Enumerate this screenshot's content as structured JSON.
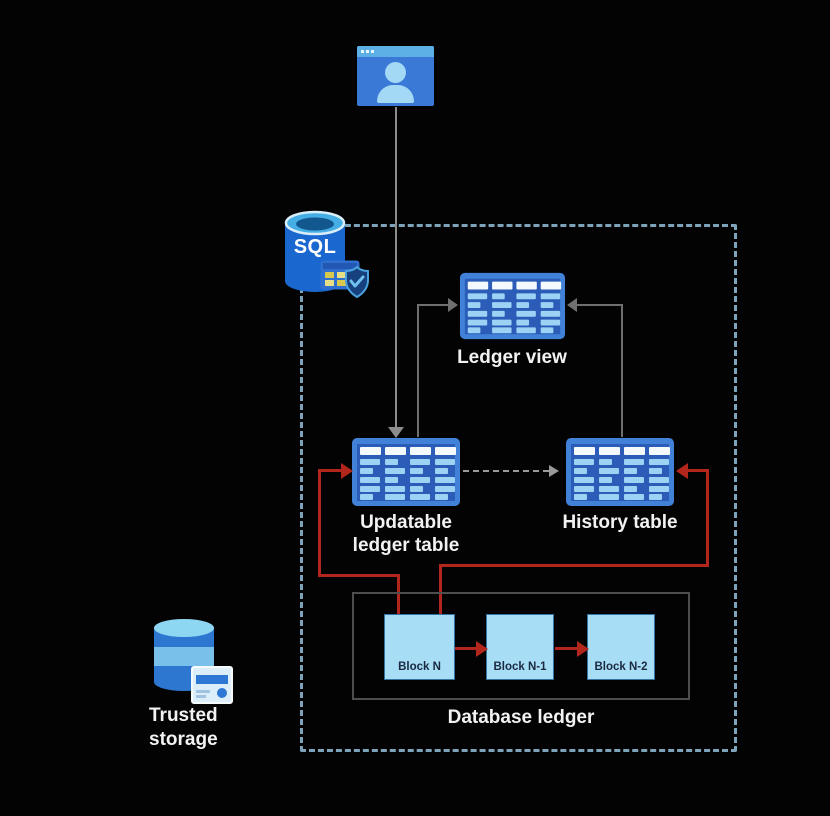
{
  "diagram": {
    "sql": {
      "label": "SQL"
    },
    "ledger_view": {
      "label": "Ledger view"
    },
    "updatable_table": {
      "label_line1": "Updatable",
      "label_line2": "ledger table"
    },
    "history_table": {
      "label": "History table"
    },
    "database_ledger": {
      "label": "Database ledger",
      "blocks": [
        {
          "label": "Block N"
        },
        {
          "label": "Block N-1"
        },
        {
          "label": "Block N-2"
        }
      ]
    },
    "trusted_storage": {
      "label_line1": "Trusted",
      "label_line2": "storage"
    },
    "icons": {
      "user": "user-browser-window-icon",
      "sql_database": "sql-database-cylinder-icon",
      "sql_table": "mini-table-icon",
      "sql_shield": "shield-check-icon",
      "table": "table-icon",
      "storage": "database-stack-icon",
      "certificate": "certificate-card-icon"
    },
    "colors": {
      "background": "#030303",
      "dashed_boundary": "#7ca3ba",
      "red_flow": "#b2261b",
      "gray_connector": "#6f6f6f",
      "table_frame_blue": "#4182d8",
      "table_inner_blue": "#2a5cb8",
      "table_cell_light": "#9cd2f4",
      "block_fill": "#a7def5",
      "icon_blue": "#3b79d7",
      "icon_light_blue": "#a3d9f5"
    }
  }
}
